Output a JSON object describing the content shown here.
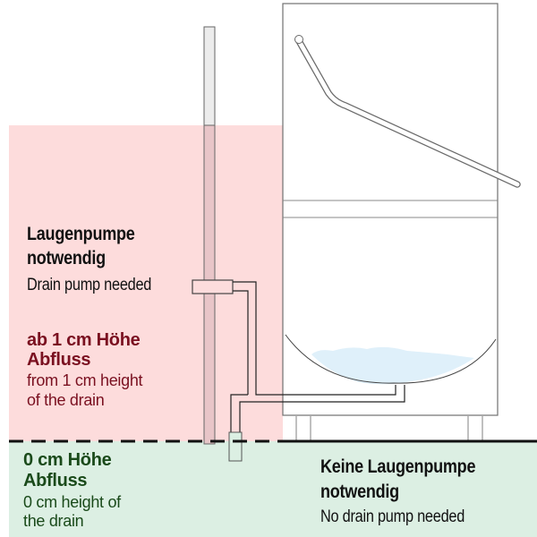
{
  "colors": {
    "pump_zone": "#fddcdc",
    "no_pump_zone": "#dcefe3",
    "red_text": "#7a1020",
    "green_text": "#1a4a1a",
    "outline": "#707070",
    "water": "#dff0fa",
    "ground_line": "#111111"
  },
  "pump_zone": {
    "title_line1": "Laugenpumpe",
    "title_line2": "notwendig",
    "subtitle": "Drain pump needed",
    "height_label_line1": "ab 1 cm Höhe",
    "height_label_line2": "Abfluss",
    "height_en_line1": "from 1 cm height",
    "height_en_line2": "of the drain"
  },
  "no_pump_zone": {
    "height_label_line1": "0 cm Höhe",
    "height_label_line2": "Abfluss",
    "height_en_line1": "0 cm height of",
    "height_en_line2": "the drain",
    "title_line1": "Keine Laugenpumpe",
    "title_line2": "notwendig",
    "subtitle": "No drain pump needed"
  }
}
